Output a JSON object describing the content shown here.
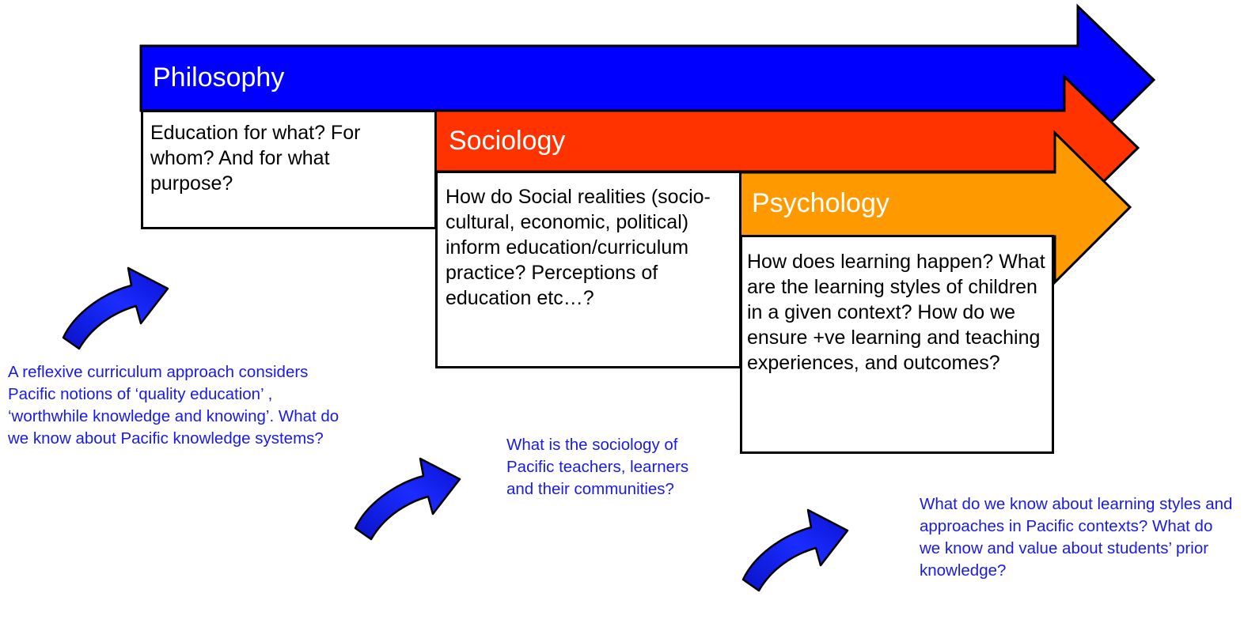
{
  "arrows": [
    {
      "title": "Philosophy",
      "color": "#0000ff",
      "box_text": "Education for what? For whom? And for what purpose?"
    },
    {
      "title": "Sociology",
      "color": "#ff3300",
      "box_text": "How do Social realities (socio-cultural, economic, political) inform education/curriculum practice? Perceptions of education etc…?"
    },
    {
      "title": "Psychology",
      "color": "#ff9900",
      "box_text": "How does learning happen? What are the learning styles of children in a given context? How do we ensure +ve learning and teaching experiences, and outcomes?"
    }
  ],
  "notes": [
    {
      "text": "A reflexive curriculum approach considers Pacific notions of ‘quality education’ , ‘worthwhile knowledge and knowing’. What do we know about Pacific knowledge systems?",
      "icon": "blue-curved-arrow-icon"
    },
    {
      "text": "What is the sociology of Pacific teachers, learners and their communities?",
      "icon": "blue-curved-arrow-icon"
    },
    {
      "text": "What do we know about learning styles and approaches in Pacific contexts? What do we know and value about students’ prior knowledge?",
      "icon": "blue-curved-arrow-icon"
    }
  ],
  "colors": {
    "note_text": "#1a1ae6",
    "icon_blue": "#0a14e6",
    "outline": "#000000"
  }
}
